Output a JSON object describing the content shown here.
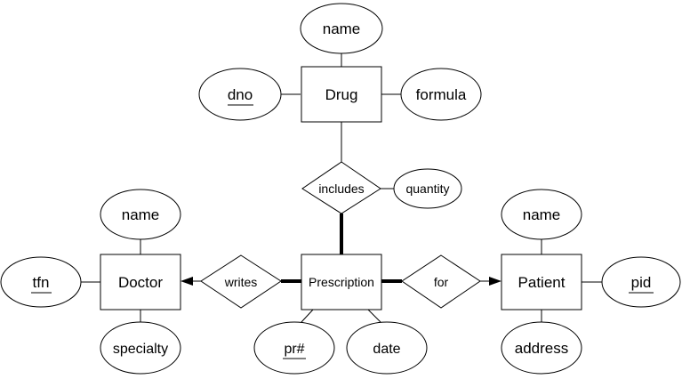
{
  "entities": {
    "drug": "Drug",
    "doctor": "Doctor",
    "prescription": "Prescription",
    "patient": "Patient"
  },
  "relationships": {
    "includes": "includes",
    "writes": "writes",
    "for": "for"
  },
  "attributes": {
    "drug_name": "name",
    "drug_dno": "dno",
    "drug_formula": "formula",
    "includes_quantity": "quantity",
    "doctor_name": "name",
    "doctor_tfn": "tfn",
    "doctor_specialty": "specialty",
    "prescription_prno": "pr#",
    "prescription_date": "date",
    "patient_name": "name",
    "patient_pid": "pid",
    "patient_address": "address"
  },
  "key_attributes": [
    "drug_dno",
    "doctor_tfn",
    "prescription_prno",
    "patient_pid"
  ],
  "participation": {
    "includes-prescription": "total",
    "writes-prescription": "total",
    "for-prescription": "total"
  },
  "cardinality_arrows": [
    "writes->doctor",
    "for->patient"
  ]
}
